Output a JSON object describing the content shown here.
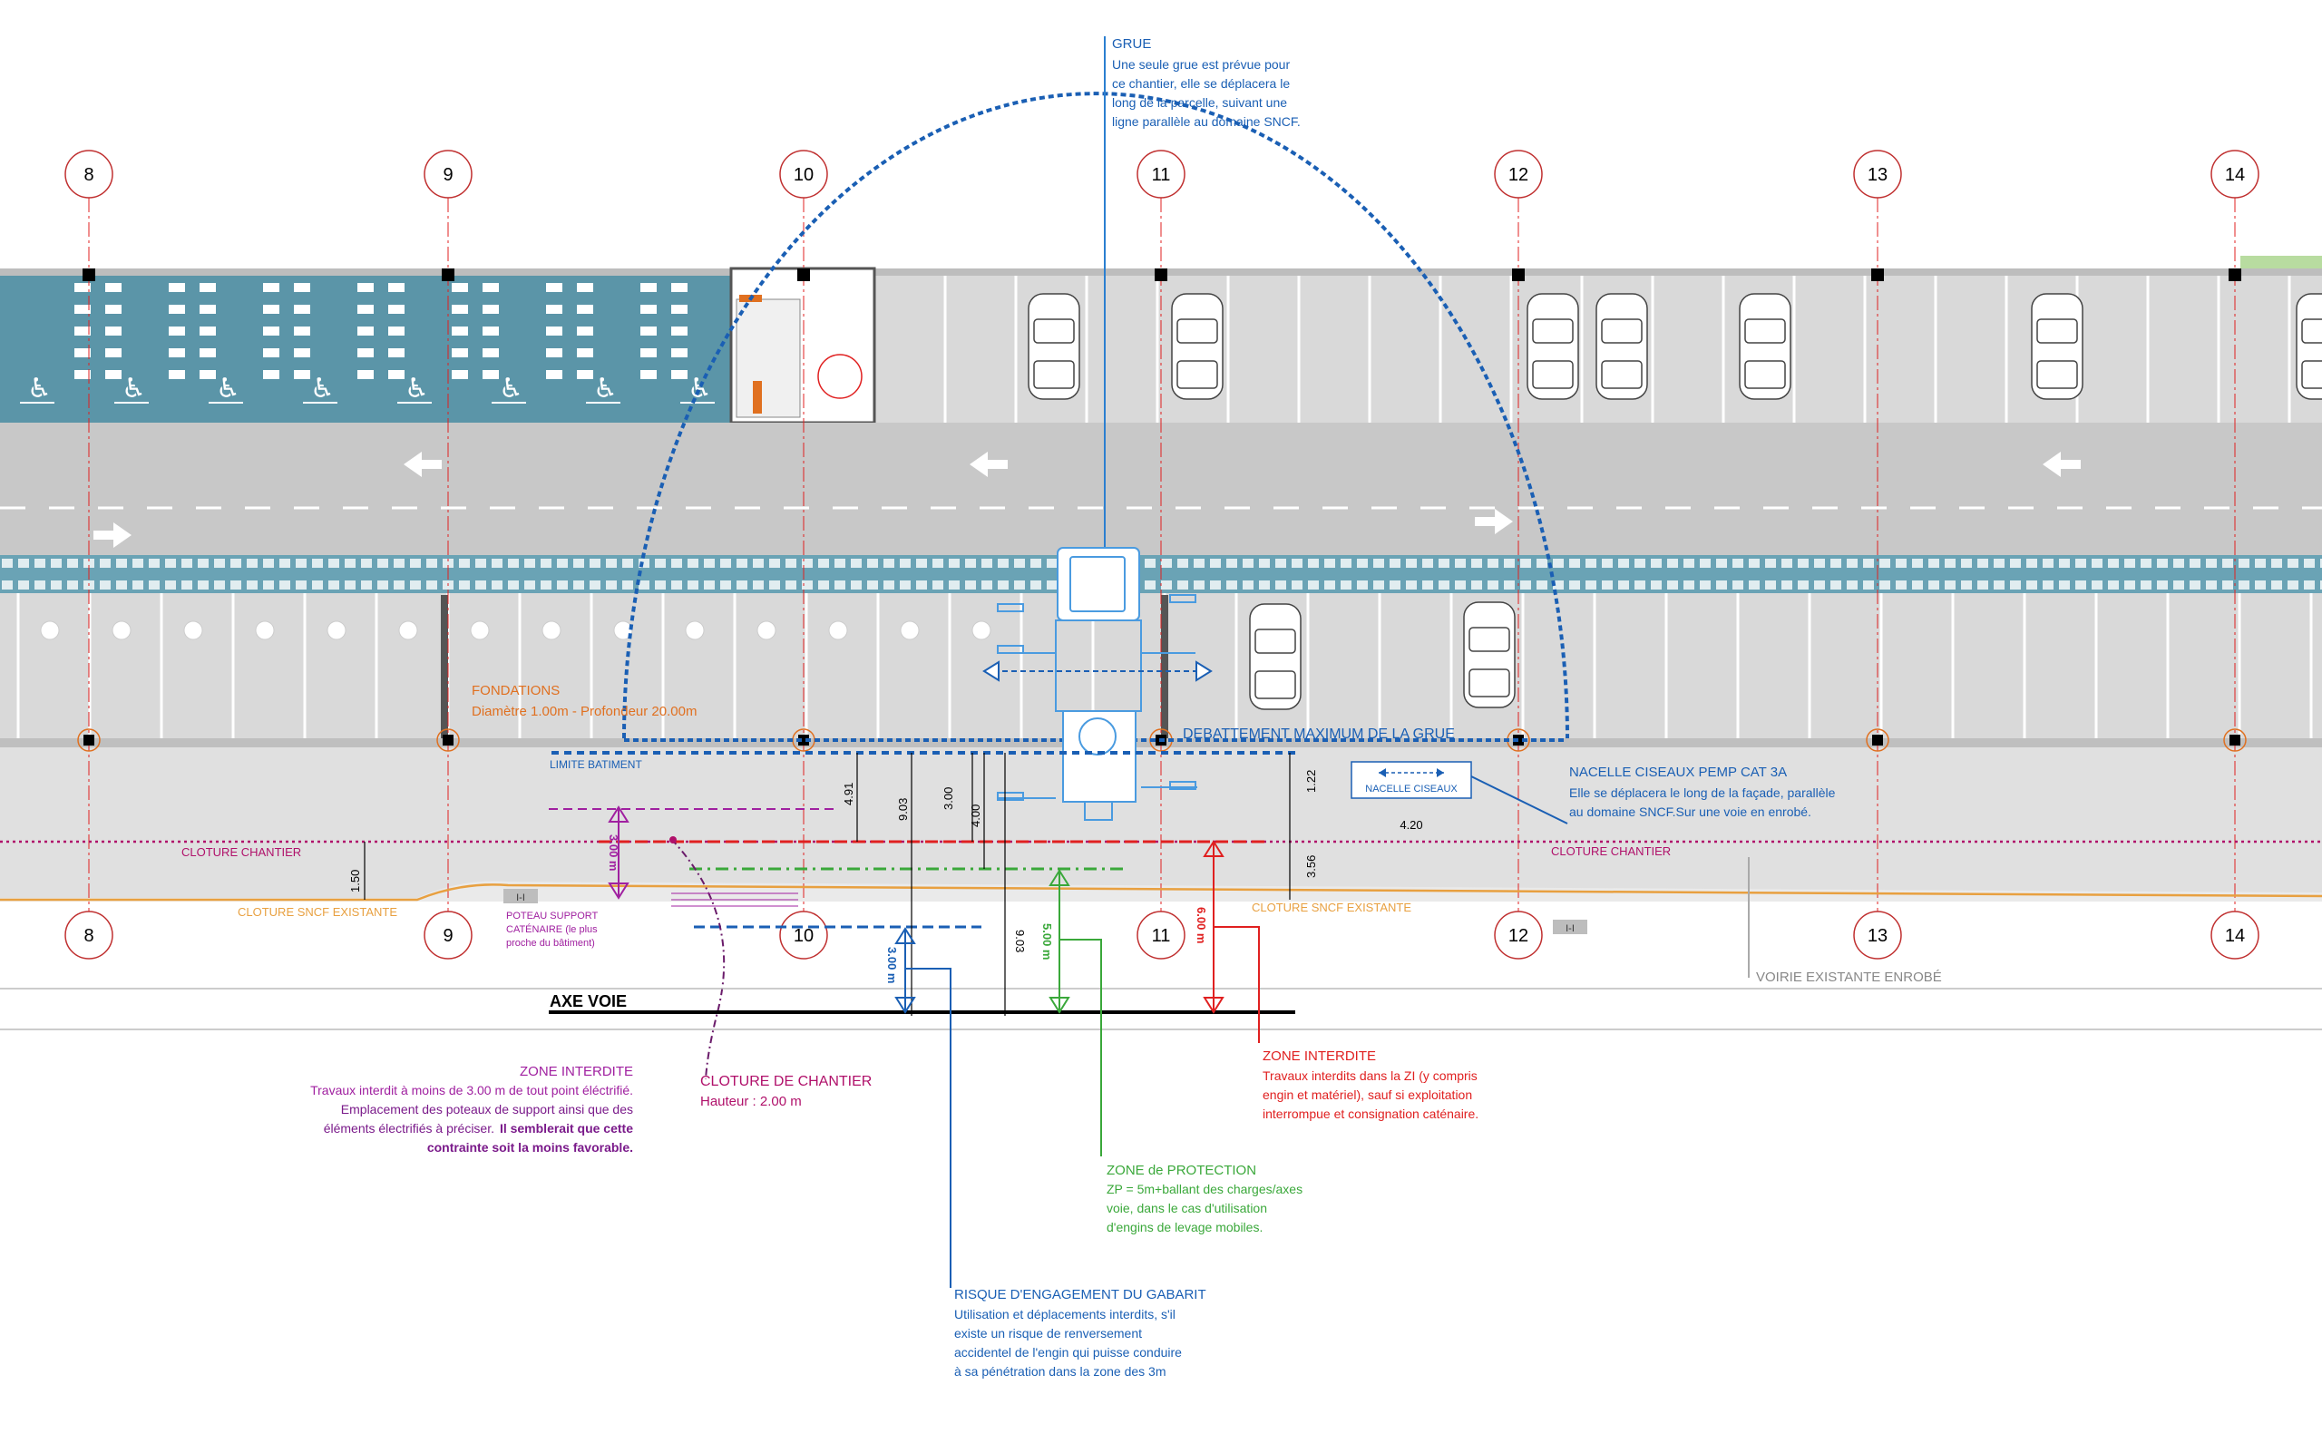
{
  "grid_axes": [
    "8",
    "9",
    "10",
    "11",
    "12",
    "13",
    "14"
  ],
  "colors": {
    "parking_blue": "#5b95a8",
    "crane_blue": "#1a5fb4",
    "orange": "#e07020",
    "purple": "#a020a0",
    "magenta": "#b0106a",
    "red": "#e02020",
    "green": "#3aa83a",
    "road_grey": "#c8c8c8",
    "dark_purple": "#6a1b6a"
  },
  "labels": {
    "grue_title": "GRUE",
    "grue_text": [
      "Une seule grue est prévue pour",
      "ce chantier, elle se déplacera le",
      "long de la parcelle, suivant une",
      "ligne parallèle au domaine SNCF."
    ],
    "fondations_title": "FONDATIONS",
    "fondations_text": "Diamètre 1.00m - Profondeur 20.00m",
    "debattement": "DEBATTEMENT MAXIMUM DE LA GRUE",
    "limite_batiment": "LIMITE BATIMENT",
    "nacelle_title": "NACELLE CISEAUX PEMP CAT 3A",
    "nacelle_text": [
      "Elle se déplacera le long de la façade, parallèle",
      "au domaine SNCF.Sur une voie en enrobé."
    ],
    "nacelle_box": "NACELLE CISEAUX",
    "cloture_chantier": "CLOTURE CHANTIER",
    "cloture_sncf": "CLOTURE SNCF EXISTANTE",
    "poteau_text": [
      "POTEAU SUPPORT",
      "CATÉNAIRE (le plus",
      "proche du bâtiment)"
    ],
    "voirie_existante": "VOIRIE EXISTANTE ENROBÉ",
    "axe_voie": "AXE VOIE",
    "zone_interdite_left_title": "ZONE INTERDITE",
    "zone_interdite_left_l1": "Travaux interdit à moins de 3.00 m de tout point éléctrifié.",
    "zone_interdite_left_l2": "Emplacement des poteaux de support ainsi que des",
    "zone_interdite_left_l3": "éléments électrifiés à préciser.",
    "zone_interdite_left_bold1": "Il semblerait que cette",
    "zone_interdite_left_bold2": "contrainte soit la moins favorable.",
    "cloture_de_chantier_title": "CLOTURE DE CHANTIER",
    "cloture_de_chantier_text": "Hauteur : 2.00 m",
    "zone_interdite_right_title": "ZONE INTERDITE",
    "zone_interdite_right_text": [
      "Travaux interdits dans la ZI (y compris",
      "engin et matériel), sauf si exploitation",
      "interrompue et consignation caténaire."
    ],
    "zone_protection_title": "ZONE de PROTECTION",
    "zone_protection_text": [
      "ZP = 5m+ballant des charges/axes",
      "voie, dans le cas d'utilisation",
      "d'engins de levage mobiles."
    ],
    "risque_title": "RISQUE D'ENGAGEMENT DU GABARIT",
    "risque_text": [
      "Utilisation et déplacements interdits, s'il",
      "existe un risque de renversement",
      "accidentel de l'engin qui puisse conduire",
      "à sa pénétration dans la zone des 3m"
    ]
  },
  "dimensions": {
    "d491": "4.91",
    "d903": "9.03",
    "d300a": "3.00",
    "d400": "4.00",
    "d122": "1.22",
    "d356": "3.56",
    "d420": "4.20",
    "d150": "1.50",
    "d903b": "9.03",
    "d300m_purple": "3.00 m",
    "d300m_blue": "3.00 m",
    "d500m": "5.00 m",
    "d600m": "6.00 m"
  }
}
